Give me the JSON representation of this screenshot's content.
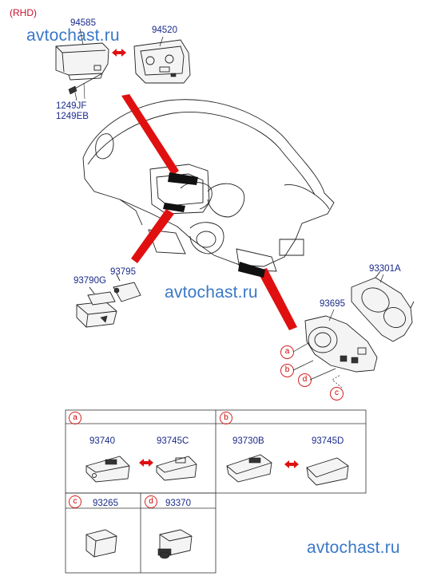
{
  "header": {
    "variant": "(RHD)"
  },
  "watermarks": [
    "avtochast.ru",
    "avtochast.ru",
    "avtochast.ru"
  ],
  "parts": {
    "p94585": "94585",
    "p94520": "94520",
    "p1249jf": "1249JF",
    "p1249eb": "1249EB",
    "p93790g": "93790G",
    "p93795": "93795",
    "p93301a": "93301A",
    "p93695": "93695"
  },
  "callouts": [
    "a",
    "b",
    "d",
    "c"
  ],
  "table": {
    "cells": [
      {
        "tag": "a",
        "parts": [
          "93740",
          "93745C"
        ]
      },
      {
        "tag": "b",
        "parts": [
          "93730B",
          "93745D"
        ]
      },
      {
        "tag": "c",
        "parts": [
          "93265"
        ]
      },
      {
        "tag": "d",
        "parts": [
          "93370"
        ]
      }
    ]
  },
  "colors": {
    "accent_red": "#e01010",
    "label_blue": "#1a2a8a",
    "watermark_blue": "#3a78c8"
  }
}
